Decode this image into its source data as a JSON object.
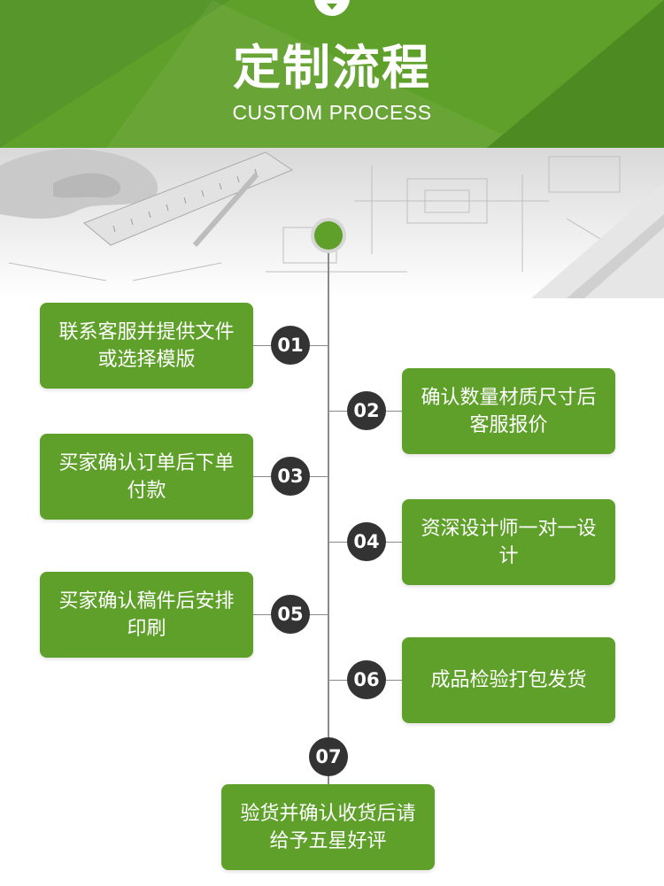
{
  "header": {
    "title_cn": "定制流程",
    "title_en": "CUSTOM PROCESS"
  },
  "steps": [
    {
      "num": "01",
      "text": "联系客服并提供文件或选择模版"
    },
    {
      "num": "02",
      "text": "确认数量材质尺寸后客服报价"
    },
    {
      "num": "03",
      "text": "买家确认订单后下单付款"
    },
    {
      "num": "04",
      "text": "资深设计师一对一设计"
    },
    {
      "num": "05",
      "text": "买家确认稿件后安排印刷"
    },
    {
      "num": "06",
      "text": "成品检验打包发货"
    },
    {
      "num": "07",
      "text": "验货并确认收货后请给予五星好评"
    }
  ],
  "colors": {
    "accent": "#5fa02a",
    "number_circle": "#333333",
    "line": "#8a8a8a"
  }
}
